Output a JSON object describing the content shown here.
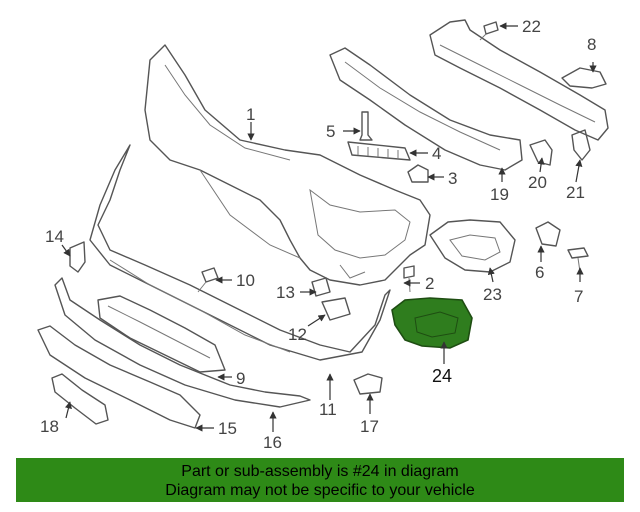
{
  "callouts": [
    "1",
    "2",
    "3",
    "4",
    "5",
    "6",
    "7",
    "8",
    "9",
    "10",
    "11",
    "12",
    "13",
    "14",
    "15",
    "16",
    "17",
    "18",
    "19",
    "20",
    "21",
    "22",
    "23",
    "24"
  ],
  "highlight_part": "24",
  "highlight_color": "#2f7d1e",
  "banner": {
    "line1": "Part or sub-assembly is #24 in diagram",
    "line2": "Diagram may not be specific to your vehicle",
    "background": "#2e8a17"
  }
}
